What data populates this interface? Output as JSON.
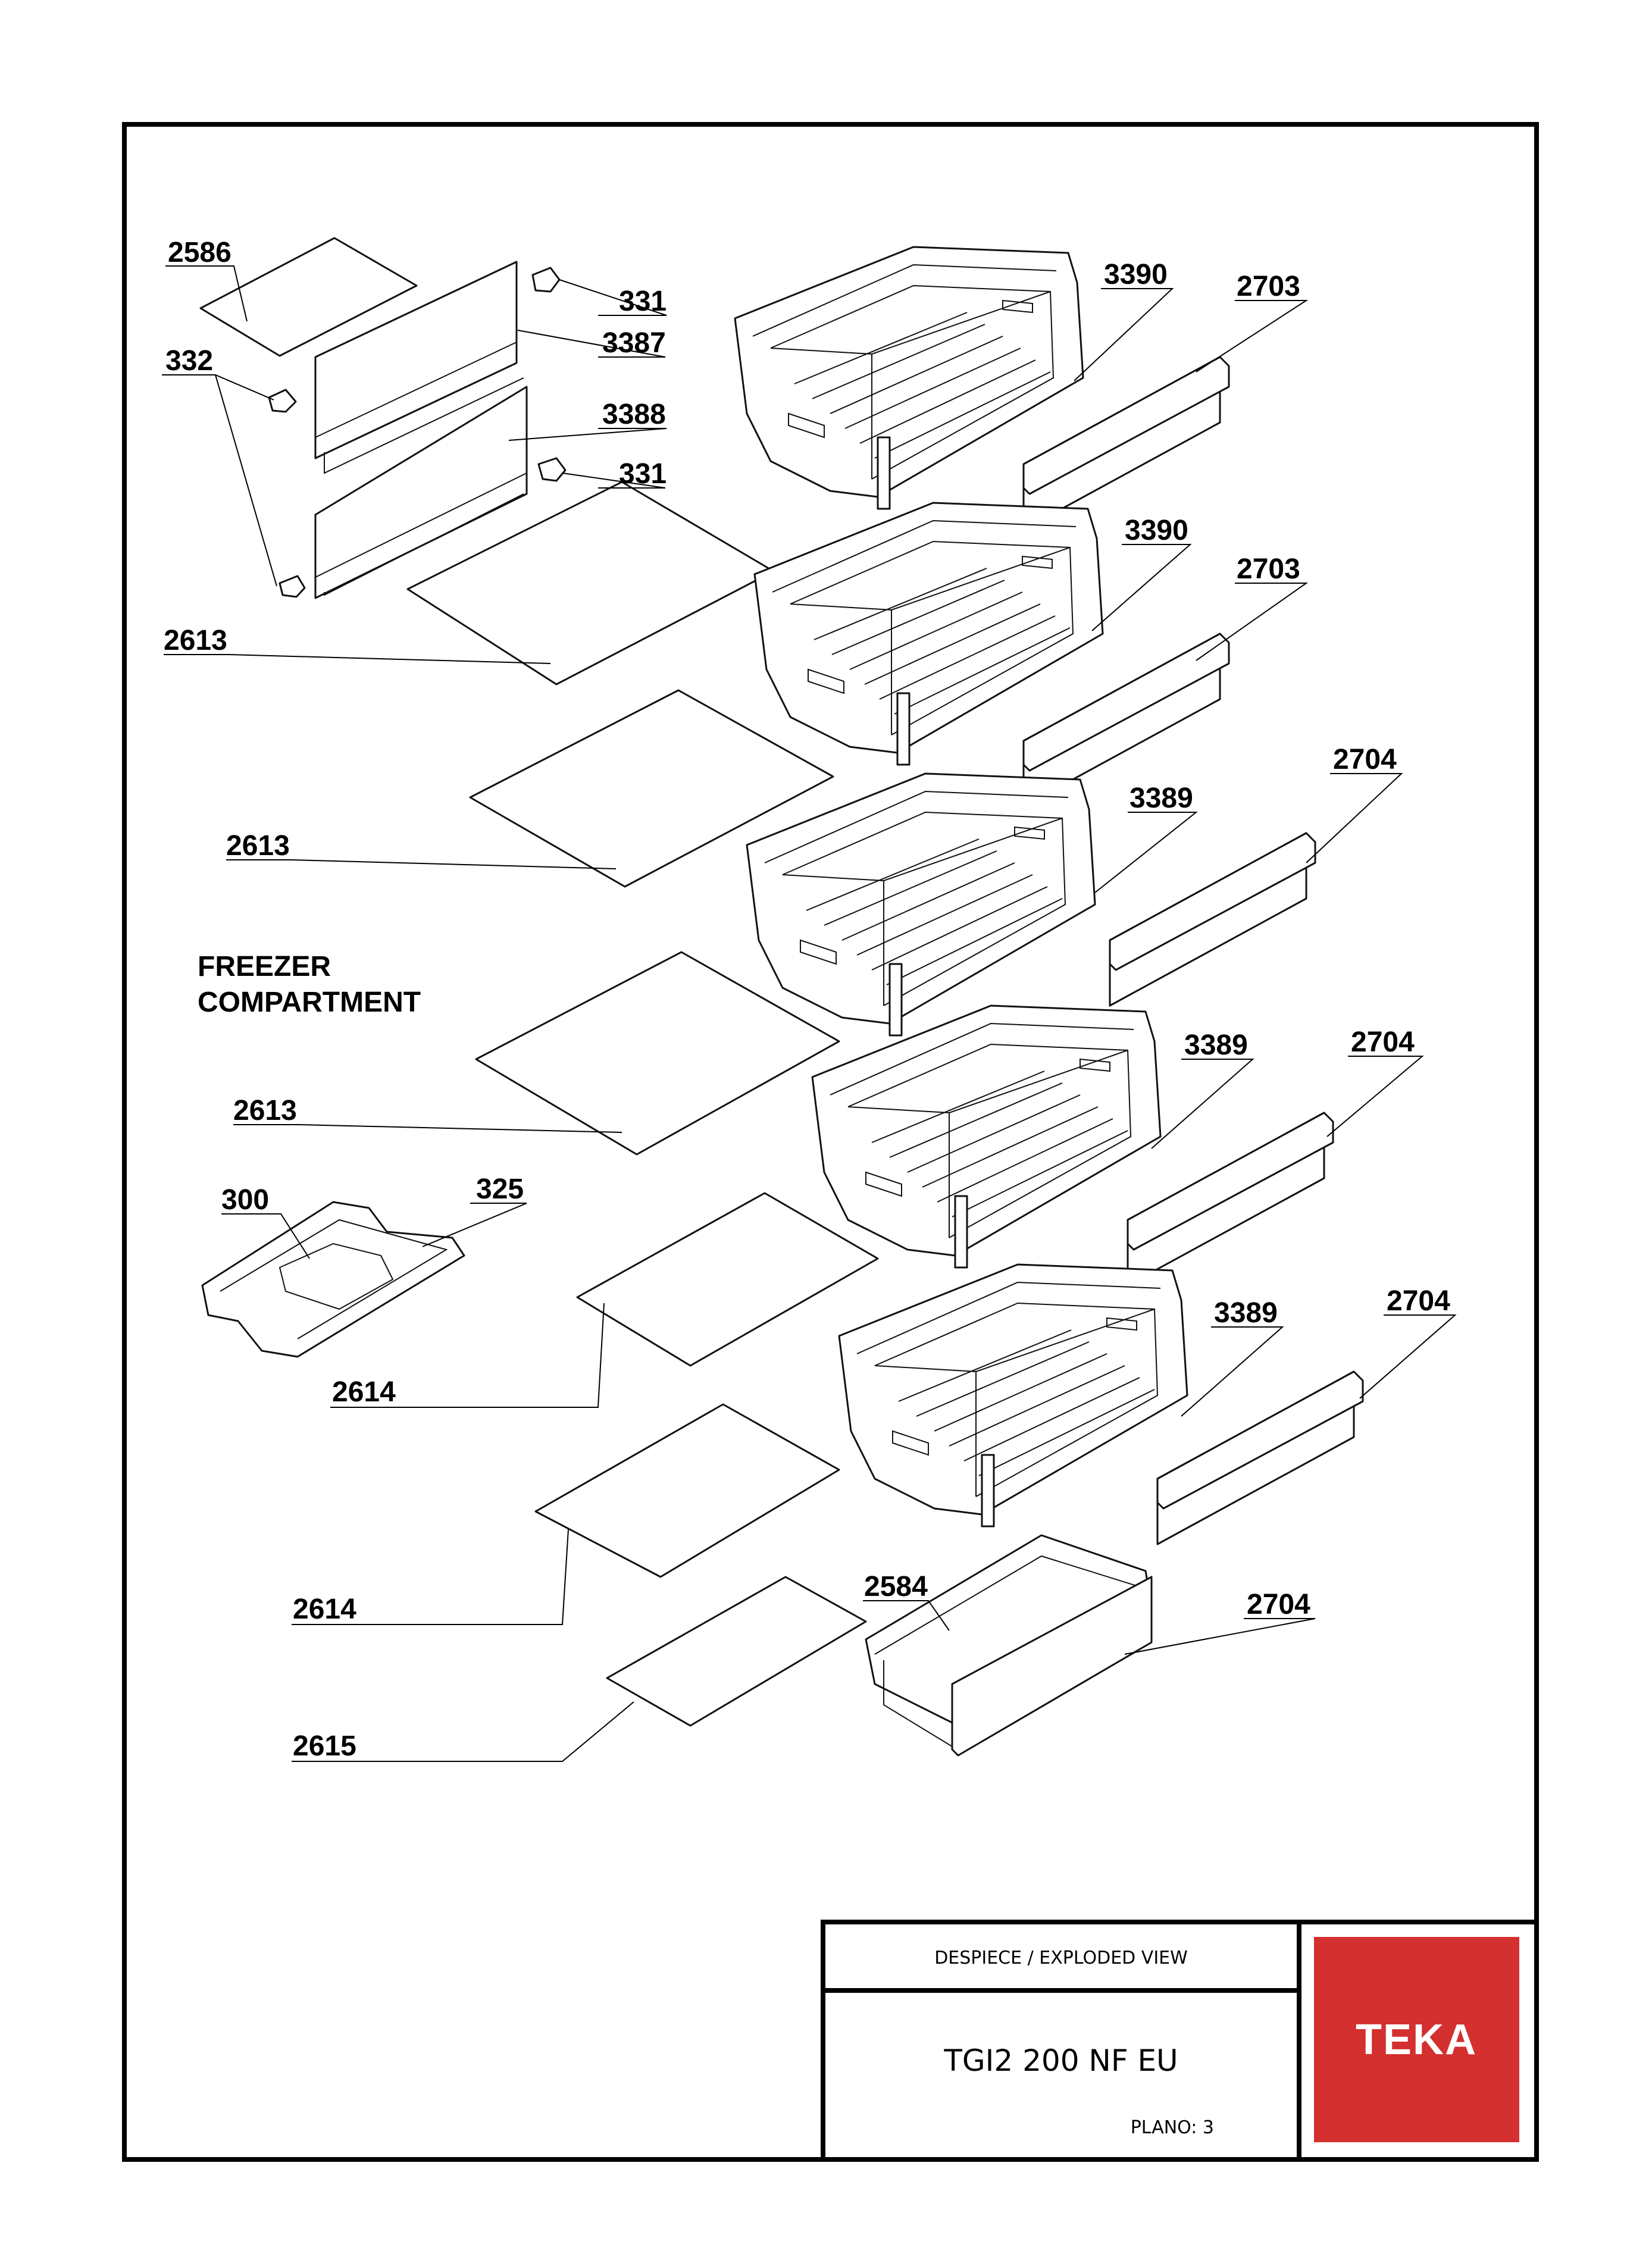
{
  "section_label": [
    "FREEZER",
    "COMPARTMENT"
  ],
  "callouts": [
    {
      "id": "c1",
      "text": "2586"
    },
    {
      "id": "c2",
      "text": "331"
    },
    {
      "id": "c3",
      "text": "3387"
    },
    {
      "id": "c4",
      "text": "332"
    },
    {
      "id": "c5",
      "text": "3388"
    },
    {
      "id": "c6",
      "text": "331"
    },
    {
      "id": "c7",
      "text": "2613"
    },
    {
      "id": "c8",
      "text": "2613"
    },
    {
      "id": "c9",
      "text": "2613"
    },
    {
      "id": "c10",
      "text": "300"
    },
    {
      "id": "c11",
      "text": "325"
    },
    {
      "id": "c12",
      "text": "2614"
    },
    {
      "id": "c13",
      "text": "2614"
    },
    {
      "id": "c14",
      "text": "2615"
    },
    {
      "id": "c15",
      "text": "3390"
    },
    {
      "id": "c16",
      "text": "2703"
    },
    {
      "id": "c17",
      "text": "3390"
    },
    {
      "id": "c18",
      "text": "2703"
    },
    {
      "id": "c19",
      "text": "3389"
    },
    {
      "id": "c20",
      "text": "2704"
    },
    {
      "id": "c21",
      "text": "3389"
    },
    {
      "id": "c22",
      "text": "2704"
    },
    {
      "id": "c23",
      "text": "3389"
    },
    {
      "id": "c24",
      "text": "2704"
    },
    {
      "id": "c25",
      "text": "2584"
    },
    {
      "id": "c26",
      "text": "2704"
    }
  ],
  "title_block": {
    "header": "DESPIECE / EXPLODED VIEW",
    "model": "TGI2 200 NF EU",
    "plano": "PLANO: 3",
    "logo": "TEKA",
    "logo_color": "#d3302f"
  }
}
